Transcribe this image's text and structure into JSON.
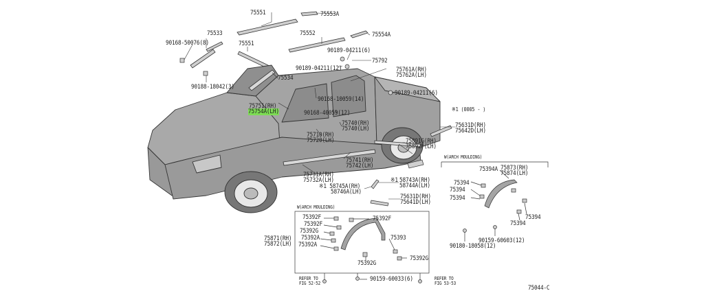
{
  "diagram_code": "75044-C",
  "highlight_color": "#7ddc54",
  "header_labels": {
    "p75551_top": "75551",
    "p75553A": "75553A",
    "p75533": "75533",
    "p75552": "75552",
    "p75554A": "75554A",
    "p90168_50076": "90168-50076(8)",
    "p75551_mid": "75551",
    "p90189_04211_6a": "90189-04211(6)",
    "p75792": "75792",
    "p90189_04211_12": "90189-04211(12)",
    "p75761A": "75761A(RH)",
    "p75762A": "75762A(LH)",
    "p90188_18042": "90188-18042(3)",
    "p75534": "75534",
    "p90189_04211_6b": "90189-04211(6)",
    "p90168_10059": "90168-10059(14)",
    "p75751": "75751(RH)",
    "p75754A": "75754A(LH)",
    "p90168_40059": "90168-40059(12)",
    "note_0005": "※1 (0005 -        )",
    "p75740": "75740(RH)",
    "p75740b": "75740(LH)",
    "p75631D": "75631D(RH)",
    "p75642D": "75642D(LH)",
    "p75710": "75710(RH)",
    "p75720": "75720(LH)",
    "p75891G": "75891G(RH)",
    "p75892F": "75892F(LH)",
    "p75741": "75741(RH)",
    "p75742": "75742(LH)",
    "p75731A": "75731A(RH)",
    "p75732A": "75732A(LH)",
    "p58743A": "58743A(RH)",
    "p58744A": "58744A(LH)",
    "p58745A": "※1 58745A(RH)",
    "p58746A": "58746A(LH)",
    "p75631D2": "75631D(RH)",
    "p75641D": "75641D(LH)",
    "mark_s1": "※1"
  },
  "panel_right": {
    "title": "W(ARCH MOULDING)",
    "p75394A": "75394A",
    "p75873": "75873(RH)",
    "p75874": "75874(LH)",
    "p75394_1": "75394",
    "p75394_2": "75394",
    "p75394_3": "75394",
    "p75394_4": "75394",
    "p75394_5": "75394",
    "p90159_60603": "90159-60603(12)",
    "p90180_18058": "90180-18058(12)"
  },
  "panel_bottom": {
    "title": "W(ARCH MOULDING)",
    "p75392F_1": "75392F",
    "p75392F_2": "75392F",
    "p75392F_3": "75392F",
    "p75392G_1": "75392G",
    "p75392A": "75392A",
    "p75871": "75871(RH)",
    "p75872": "75872(LH)",
    "p75392A_2": "75392A",
    "p75393": "75393",
    "p75392G_2": "75392G",
    "p75392G_3": "75392G",
    "p90159_60033": "90159-60033(6)",
    "fig_left_1": "REFER TO",
    "fig_left_2": "FIG 52-52",
    "fig_right_1": "REFER TO",
    "fig_right_2": "FIG 53-53"
  }
}
